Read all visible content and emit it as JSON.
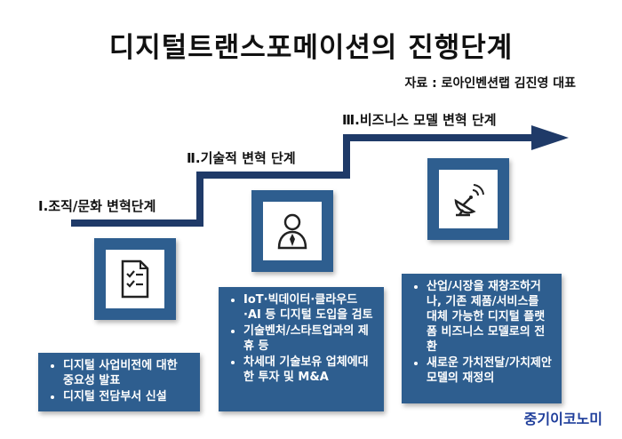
{
  "title": "디지털트랜스포메이션의 진행단계",
  "source": "자료 : 로아인벤션랩 김진영 대표",
  "stages": [
    {
      "label": "Ⅰ.조직/문화 변혁단계",
      "icon": "checklist-icon",
      "items": [
        "디지털 사업비전에 대한 중요성 발표",
        "디지털 전담부서 신설"
      ]
    },
    {
      "label": "Ⅱ.기술적 변혁 단계",
      "icon": "person-icon",
      "items": [
        "IoT·빅데이터·클라우드·AI 등 디지털 도입을 검토",
        "기술벤처/스타트업과의 제휴 등",
        "차세대 기술보유 업체에대한 투자 및 M&A"
      ]
    },
    {
      "label": "Ⅲ.비즈니스 모델 변혁 단계",
      "icon": "satellite-dish-icon",
      "items": [
        "산업/시장을 재창조하거나, 기존 제품/서비스를 대체 가능한 디지털 플랫폼 비즈니스 모델로의 전환",
        "새로운 가치전달/가치제안 모델의 재정의"
      ]
    }
  ],
  "brand": "중기이코노미",
  "colors": {
    "accent": "#2e5e8f",
    "arrow": "#1f3a68",
    "brand": "#1f3e9b"
  }
}
